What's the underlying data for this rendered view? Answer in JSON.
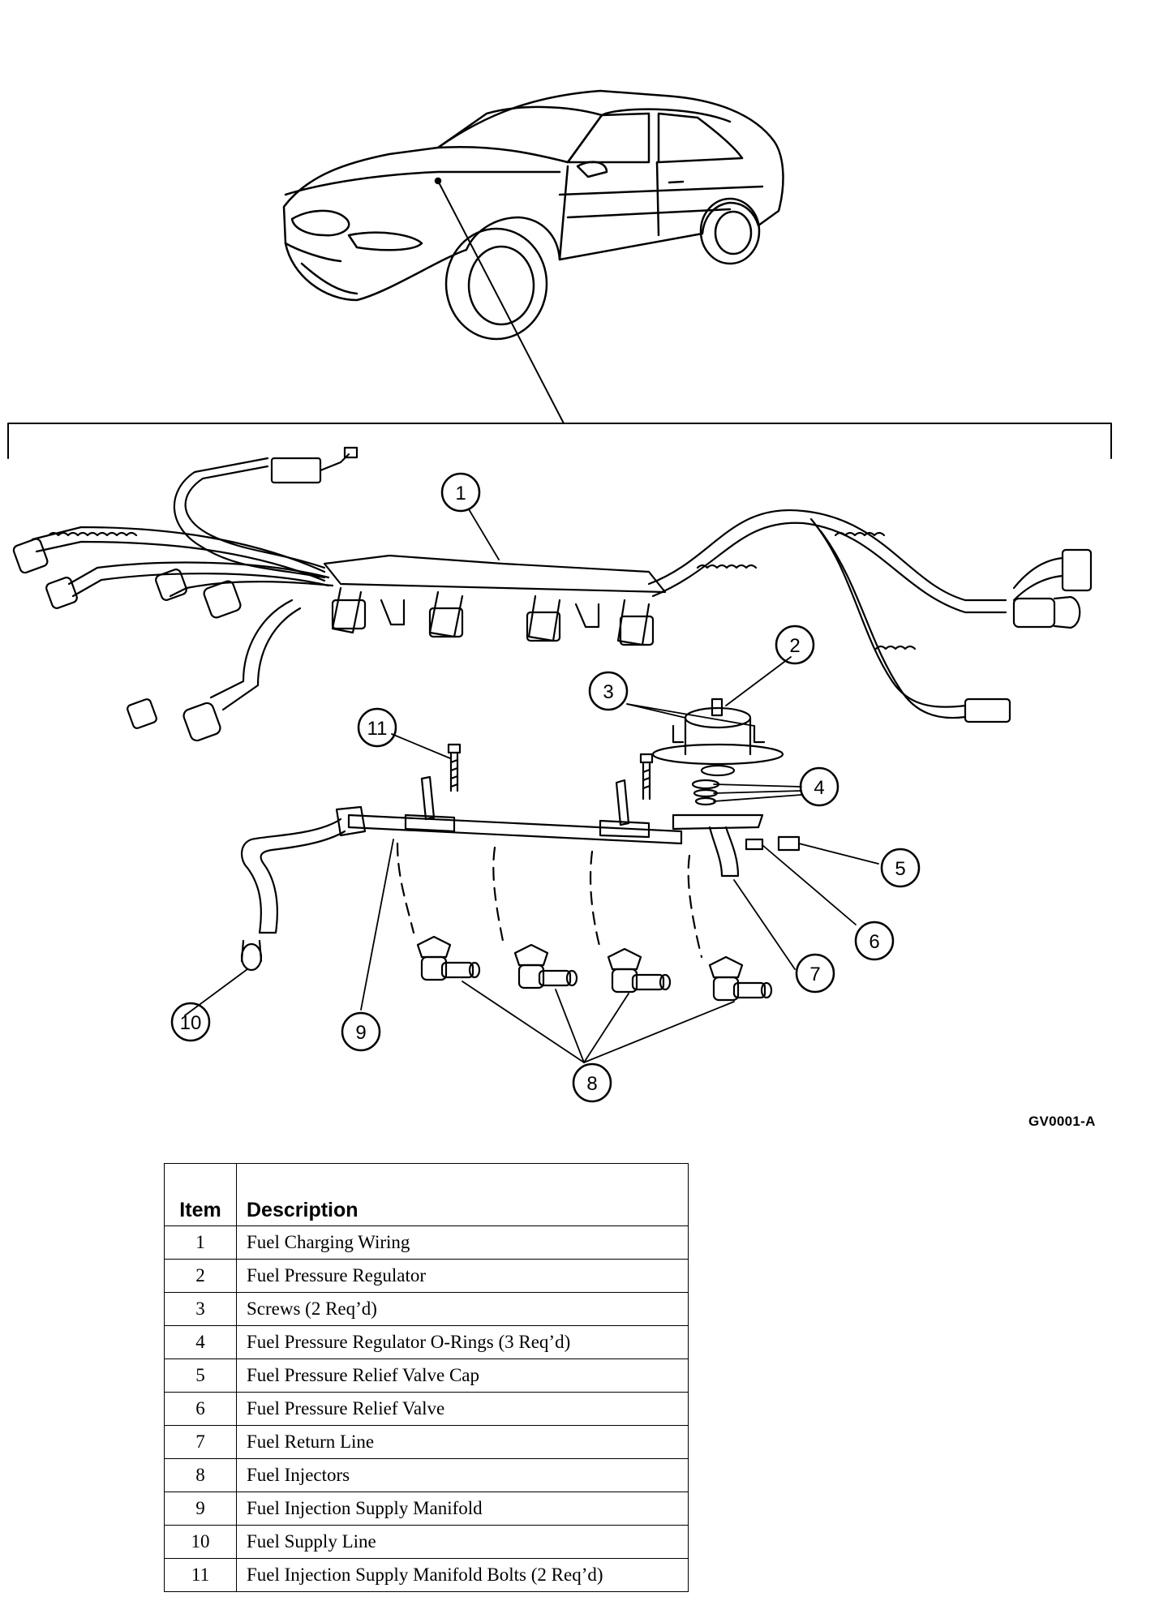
{
  "figure_id": "GV0001-A",
  "callouts": [
    "1",
    "2",
    "3",
    "4",
    "5",
    "6",
    "7",
    "8",
    "9",
    "10",
    "11"
  ],
  "legend": {
    "header_item": "Item",
    "header_description": "Description",
    "rows": [
      {
        "item": "1",
        "description": "Fuel Charging Wiring"
      },
      {
        "item": "2",
        "description": "Fuel Pressure Regulator"
      },
      {
        "item": "3",
        "description": "Screws (2 Req’d)"
      },
      {
        "item": "4",
        "description": "Fuel Pressure Regulator O-Rings (3 Req’d)"
      },
      {
        "item": "5",
        "description": "Fuel Pressure Relief Valve Cap"
      },
      {
        "item": "6",
        "description": "Fuel Pressure Relief Valve"
      },
      {
        "item": "7",
        "description": "Fuel Return Line"
      },
      {
        "item": "8",
        "description": "Fuel Injectors"
      },
      {
        "item": "9",
        "description": "Fuel Injection Supply Manifold"
      },
      {
        "item": "10",
        "description": "Fuel Supply Line"
      },
      {
        "item": "11",
        "description": "Fuel Injection Supply Manifold Bolts (2 Req’d)"
      }
    ]
  }
}
